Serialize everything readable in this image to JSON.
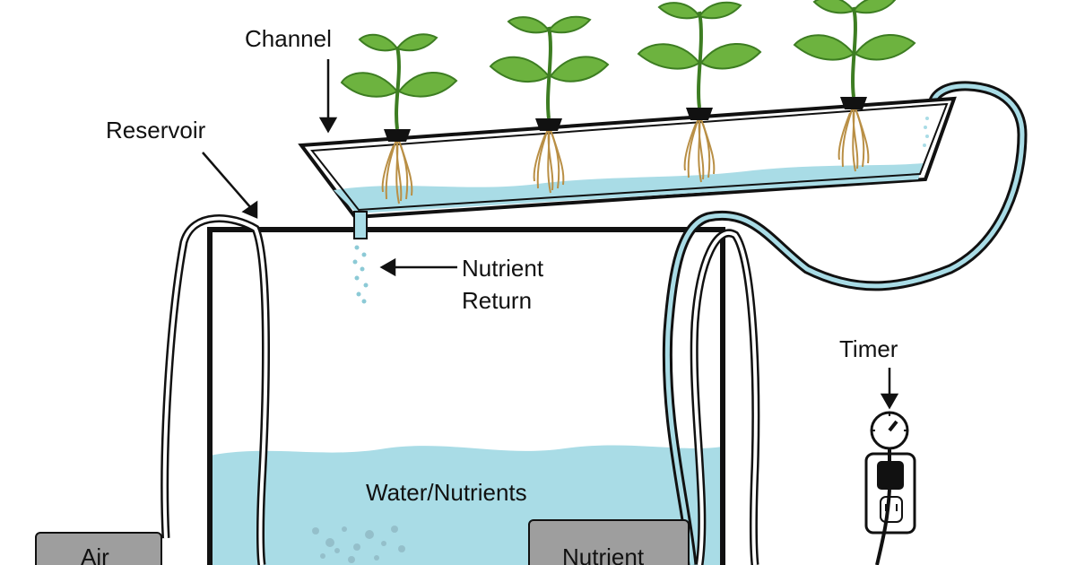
{
  "labels": {
    "channel": "Channel",
    "reservoir": "Reservoir",
    "nutrient_return_line1": "Nutrient",
    "nutrient_return_line2": "Return",
    "timer": "Timer",
    "water_nutrients": "Water/Nutrients",
    "air_pump": "Air",
    "nutrient_pump": "Nutrient"
  },
  "colors": {
    "water": "#a9dce6",
    "outline": "#111111",
    "leaf": "#6db33f",
    "leaf_dark": "#3d7d22",
    "root": "#c9a15a",
    "pump_box": "#9e9e9e",
    "tube_inner": "#a9dce6"
  },
  "plants": [
    {
      "id": 1
    },
    {
      "id": 2
    },
    {
      "id": 3
    },
    {
      "id": 4
    }
  ]
}
